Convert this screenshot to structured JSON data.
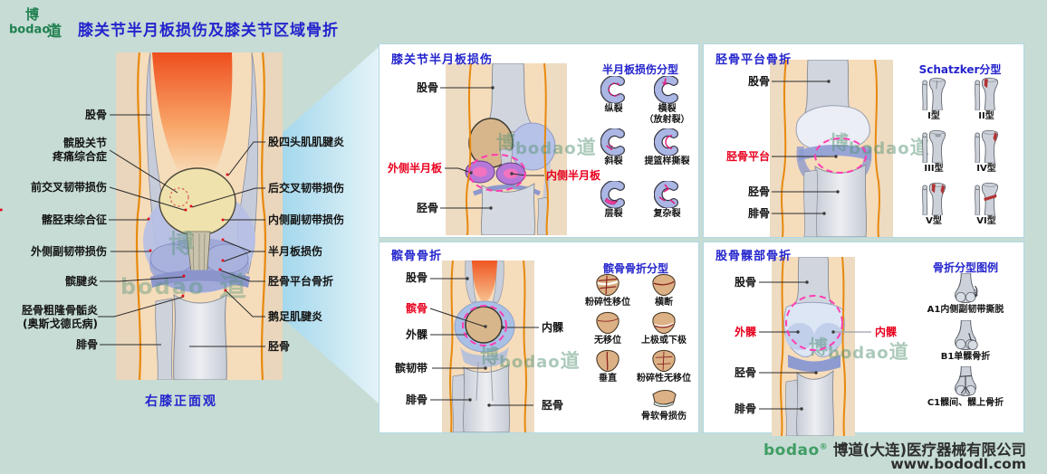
{
  "colors": {
    "background": "#c6dcd5",
    "title_blue": "#2424cd",
    "label_red": "#e8001e",
    "logo_green": "#208050",
    "highlight_pink": "#ff3db2",
    "marker_red": "#e60012"
  },
  "header": {
    "logo_symbol": "博",
    "logo_text": "bodao",
    "logo_reg": "®",
    "logo_dao": "道",
    "title": "膝关节半月板损伤及膝关节区域骨折"
  },
  "watermark": {
    "bo": "博",
    "text": "bodao",
    "reg": "®",
    "dao": "道"
  },
  "overview": {
    "caption": "右膝正面观",
    "left": [
      "股骨",
      "髌股关节",
      "疼痛综合症",
      "前交叉韧带损伤",
      "髂胫束综合征",
      "外侧副韧带损伤",
      "髌腱炎",
      "胫骨粗隆骨骺炎",
      "(奥斯戈德氏病)",
      "腓骨"
    ],
    "right": [
      "股四头肌肌腱炎",
      "后交叉韧带损伤",
      "内侧副韧带损伤",
      "半月板损伤",
      "胫骨平台骨折",
      "鹅足肌腱炎",
      "胫骨"
    ]
  },
  "panels": [
    {
      "title": "膝关节半月板损伤",
      "labels": [
        "股骨",
        "外侧半月板",
        "内侧半月板",
        "胫骨"
      ],
      "cls_title": "半月板损伤分型",
      "items": [
        "纵裂",
        "横裂\n（放射裂）",
        "斜裂",
        "提篮样撕裂",
        "层裂",
        "复杂裂"
      ]
    },
    {
      "title": "胫骨平台骨折",
      "labels": [
        "股骨",
        "胫骨平台",
        "胫骨",
        "腓骨"
      ],
      "cls_title": "Schatzker分型",
      "items": [
        "I型",
        "II型",
        "III型",
        "IV型",
        "V型",
        "VI型"
      ]
    },
    {
      "title": "髌骨骨折",
      "labels": [
        "股骨",
        "髌骨",
        "外髁",
        "髌韧带",
        "腓骨",
        "内髁",
        "胫骨"
      ],
      "cls_title": "髌骨骨折分型",
      "items": [
        "粉碎性移位",
        "横断",
        "无移位",
        "上极或下极",
        "垂直",
        "粉碎性无移位",
        "骨软骨损伤"
      ]
    },
    {
      "title": "股骨髁部骨折",
      "labels": [
        "股骨",
        "外髁",
        "内髁",
        "胫骨",
        "腓骨"
      ],
      "cls_title": "骨折分型图例",
      "items": [
        "A1内侧副韧带撕脱",
        "B1单髁骨折",
        "C1髁间、髁上骨折"
      ]
    }
  ],
  "footer": {
    "logo": "bodao",
    "reg": "®",
    "company": "博道(大连)医疗器械有限公司",
    "website": "www.bododl.com"
  }
}
